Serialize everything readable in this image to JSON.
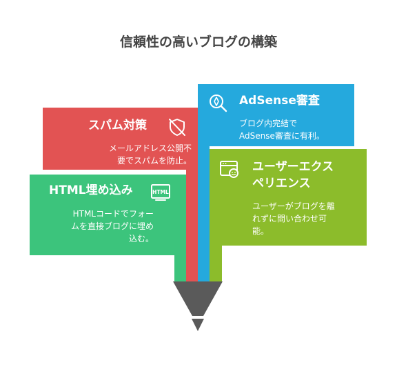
{
  "title": "信頼性の高いブログの構築",
  "cards": {
    "spam": {
      "heading": "スパム対策",
      "body": "メールアドレス公開不\n要でスパムを防止。",
      "color": "#e25353",
      "icon": "shield-slash-icon"
    },
    "adsense": {
      "heading": "AdSense審査",
      "body": "ブログ内完結で\nAdSense審査に有利。",
      "color": "#25a9dd",
      "icon": "magnify-check-icon"
    },
    "html": {
      "heading": "HTML埋め込み",
      "body": "HTMLコードでフォー\nムを直接ブログに埋め\n込む。",
      "color": "#3cc47c",
      "icon": "html-icon",
      "icon_label": "HTML"
    },
    "ux": {
      "heading": "ユーザーエクス\nペリエンス",
      "body": "ユーザーがブログを離\nれずに問い合わせ可\n能。",
      "color": "#8cbc2b",
      "icon": "browser-cursor-icon"
    }
  },
  "funnel_color": "#5a5a5a"
}
